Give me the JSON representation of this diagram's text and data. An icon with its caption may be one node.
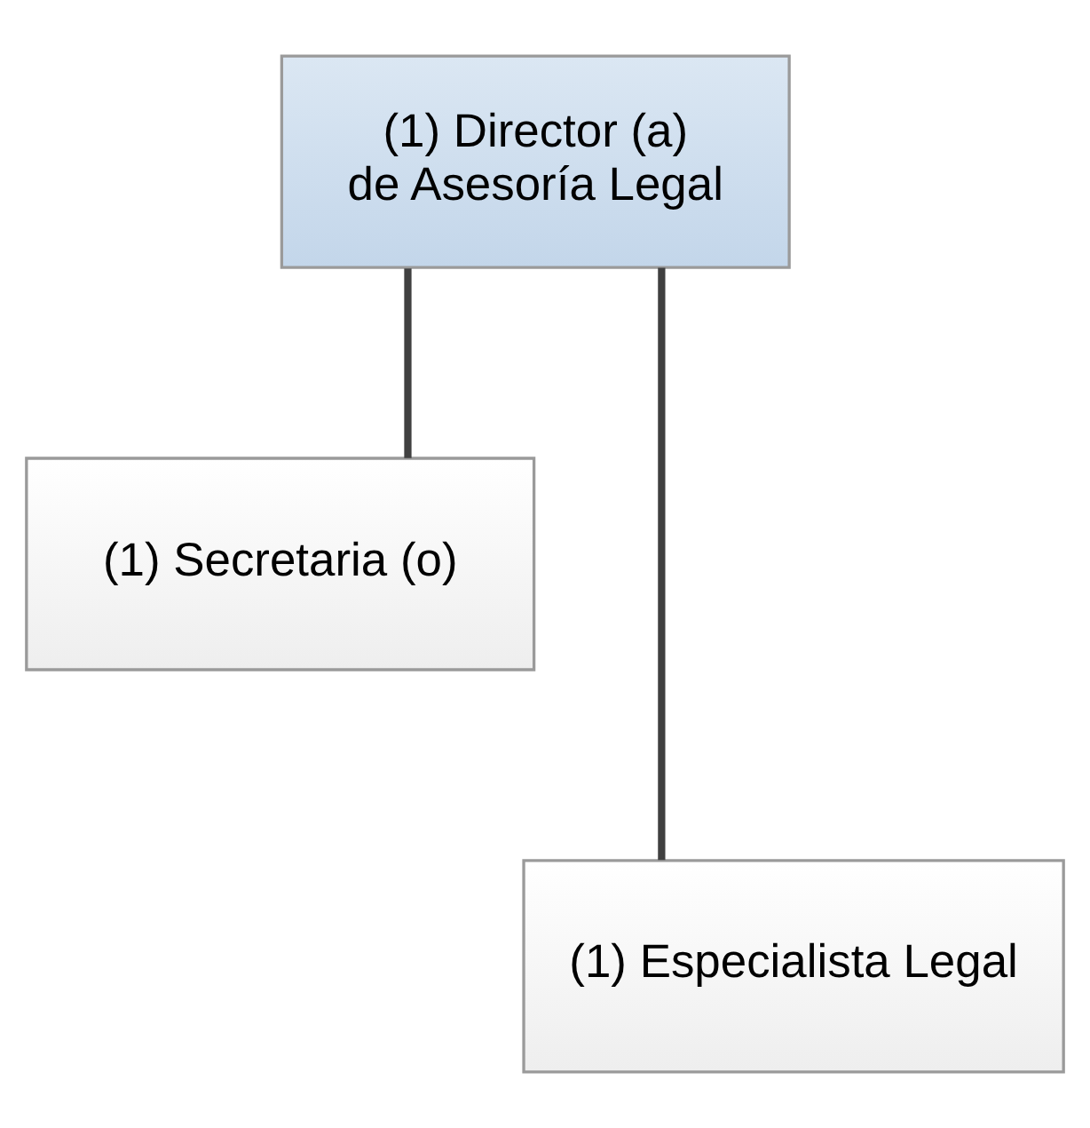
{
  "diagram": {
    "nodes": [
      {
        "text": [
          "(1) Director (a) de Asesoría Legal"
        ]
      },
      {
        "text": [
          "(1) Secretaria (o)"
        ]
      },
      {
        "text": [
          "(1) Especialista Legal"
        ]
      }
    ],
    "edges": [
      {
        "from": 0,
        "to": 1,
        "arrow": "none"
      },
      {
        "from": 0,
        "to": 2,
        "arrow": "none"
      }
    ]
  }
}
